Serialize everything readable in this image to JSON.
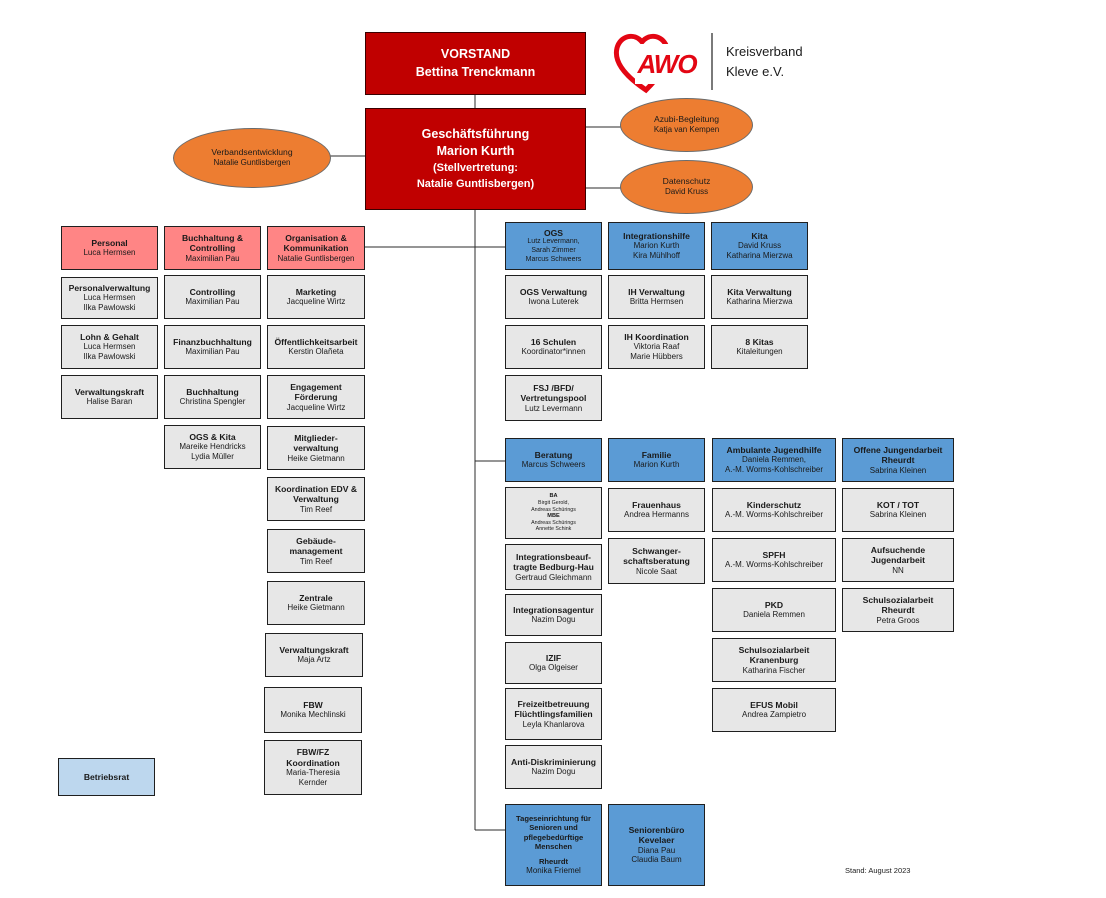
{
  "logo": {
    "wordmark": "AWO",
    "org_text": "Kreisverband\nKleve e.V.",
    "brand_color": "#e30613"
  },
  "vorstand": {
    "title": "VORSTAND",
    "name": "Bettina Trenckmann"
  },
  "geschaeftsfuehrung": {
    "title": "Geschäftsführung",
    "name": "Marion Kurth",
    "deputy_line1": "(Stellvertretung:",
    "deputy_line2": "Natalie Guntlisbergen)"
  },
  "ovals": {
    "verband": {
      "title": "Verbandsentwicklung",
      "name": "Natalie Guntlisbergen"
    },
    "azubi": {
      "title": "Azubi-Begleitung",
      "name": "Katja van Kempen"
    },
    "datenschutz": {
      "title": "Datenschutz",
      "name": "David Kruss"
    }
  },
  "admin": {
    "personal": {
      "head": {
        "title": "Personal",
        "names": "Luca  Hermsen"
      },
      "items": [
        {
          "title": "Personalverwaltung",
          "names": "Luca  Hermsen\nIlka Pawlowski"
        },
        {
          "title": "Lohn & Gehalt",
          "names": "Luca Hermsen\nIlka Pawlowski"
        },
        {
          "title": "Verwaltungskraft",
          "names": "Halise Baran"
        }
      ]
    },
    "buchhaltung": {
      "head": {
        "title": "Buchhaltung &\nControlling",
        "names": "Maximilian Pau"
      },
      "items": [
        {
          "title": "Controlling",
          "names": "Maximilian Pau"
        },
        {
          "title": "Finanzbuchhaltung",
          "names": "Maximilian Pau"
        },
        {
          "title": "Buchhaltung",
          "names": "Christina Spengler"
        },
        {
          "title": "OGS & Kita",
          "names": "Mareike Hendricks\nLydia Müller"
        }
      ]
    },
    "organisation": {
      "head": {
        "title": "Organisation &\nKommunikation",
        "names": "Natalie Guntlisbergen"
      },
      "items": [
        {
          "title": "Marketing",
          "names": "Jacqueline Wirtz"
        },
        {
          "title": "Öffentlichkeitsarbeit",
          "names": "Kerstin Olañeta"
        },
        {
          "title": "Engagement\nFörderung",
          "names": "Jacqueline Wirtz"
        },
        {
          "title": "Mitglieder-\nverwaltung",
          "names": "Heike Gietmann"
        },
        {
          "title": "Koordination EDV &\nVerwaltung",
          "names": "Tim Reef"
        },
        {
          "title": "Gebäude-\nmanagement",
          "names": "Tim Reef"
        },
        {
          "title": "Zentrale",
          "names": "Heike Gietmann"
        },
        {
          "title": "Verwaltungskraft",
          "names": "Maja Artz"
        },
        {
          "title": "FBW",
          "names": "Monika Mechlinski"
        },
        {
          "title": "FBW/FZ\nKoordination",
          "names": "Maria-Theresia\nKernder"
        }
      ]
    },
    "betriebsrat": "Betriebsrat"
  },
  "top_right": {
    "ogs": {
      "head": {
        "title": "OGS",
        "names": "Lutz Levermann,\nSarah Zimmer\nMarcus Schweers"
      },
      "items": [
        {
          "title": "OGS Verwaltung",
          "names": "Iwona Luterek"
        },
        {
          "title": "16 Schulen",
          "names": "Koordinator*innen"
        },
        {
          "title": "FSJ /BFD/\nVertretungspool",
          "names": "Lutz Levermann"
        }
      ]
    },
    "integrationshilfe": {
      "head": {
        "title": "Integrationshilfe",
        "names": "Marion Kurth\nKira Mühlhoff"
      },
      "items": [
        {
          "title": "IH Verwaltung",
          "names": "Britta Hermsen"
        },
        {
          "title": "IH Koordination",
          "names": "Viktoria Raaf\nMarie Hübbers"
        }
      ]
    },
    "kita": {
      "head": {
        "title": "Kita",
        "names": "David Kruss\nKatharina Mierzwa"
      },
      "items": [
        {
          "title": "Kita Verwaltung",
          "names": "Katharina Mierzwa"
        },
        {
          "title": "8 Kitas",
          "names": "Kitaleitungen"
        }
      ]
    }
  },
  "bottom_right": {
    "beratung": {
      "head": {
        "title": "Beratung",
        "names": "Marcus Schweers"
      },
      "small_box": {
        "t1": "BA",
        "n1": "Birgit Gerold,\nAndreas Schürings",
        "t2": "MBE",
        "n2": "Andreas Schürings\nAnnette Schink"
      },
      "items": [
        {
          "title": "Integrationsbeauf-\ntragte Bedburg-Hau",
          "names": "Gertraud Gleichmann"
        },
        {
          "title": "Integrationsagentur",
          "names": "Nazim Dogu"
        },
        {
          "title": "IZIF",
          "names": "Olga Olgeiser"
        },
        {
          "title": "Freizeitbetreuung\nFlüchtlingsfamilien",
          "names": "Leyla Khanlarova"
        },
        {
          "title": "Anti-Diskriminierung",
          "names": "Nazim Dogu"
        }
      ]
    },
    "familie": {
      "head": {
        "title": "Familie",
        "names": "Marion Kurth"
      },
      "items": [
        {
          "title": "Frauenhaus",
          "names": "Andrea Hermanns"
        },
        {
          "title": "Schwanger-\nschaftsberatung",
          "names": "Nicole Saat"
        }
      ]
    },
    "ambulant": {
      "head": {
        "title": "Ambulante Jugendhilfe",
        "names": "Daniela Remmen,\nA.-M. Worms-Kohlschreiber"
      },
      "items": [
        {
          "title": "Kinderschutz",
          "names": "A.-M. Worms-Kohlschreiber"
        },
        {
          "title": "SPFH",
          "names": "A.-M. Worms-Kohlschreiber"
        },
        {
          "title": "PKD",
          "names": "Daniela Remmen"
        },
        {
          "title": "Schulsozialarbeit\nKranenburg",
          "names": "Katharina Fischer"
        },
        {
          "title": "EFUS Mobil",
          "names": "Andrea Zampietro"
        }
      ]
    },
    "offene": {
      "head": {
        "title": "Offene Jungendarbeit\nRheurdt",
        "names": "Sabrina Kleinen"
      },
      "items": [
        {
          "title": "KOT / TOT",
          "names": "Sabrina Kleinen"
        },
        {
          "title": "Aufsuchende\nJugendarbeit",
          "names": "NN"
        },
        {
          "title": "Schulsozialarbeit\nRheurdt",
          "names": "Petra Groos"
        }
      ]
    },
    "senioren": {
      "title": "Tageseinrichtung für\nSenioren und\npflegebedürftige\nMenschen",
      "subtitle": "Rheurdt",
      "names": "Monika Friemel"
    },
    "seniorenbuero": {
      "title": "Seniorenbüro\nKevelaer",
      "names": "Diana Pau\nClaudia Baum"
    }
  },
  "stand": "Stand: August 2023"
}
